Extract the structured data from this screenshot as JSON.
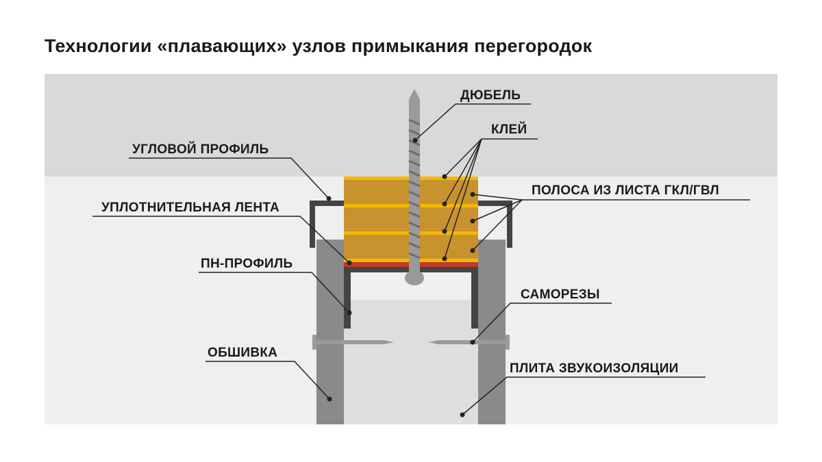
{
  "title": "Технологии «плавающих» узлов примыкания перегородок",
  "labels": {
    "dowel": "ДЮБЕЛЬ",
    "glue": "КЛЕЙ",
    "corner_profile": "УГЛОВОЙ ПРОФИЛЬ",
    "strip": "ПОЛОСА ИЗ ЛИСТА ГКЛ/ГВЛ",
    "sealing_tape": "УПЛОТНИТЕЛЬНАЯ ЛЕНТА",
    "pn_profile": "ПН-ПРОФИЛЬ",
    "screws": "САМОРЕЗЫ",
    "cladding": "ОБШИВКА",
    "insulation": "ПЛИТА ЗВУКОИЗОЛЯЦИИ"
  },
  "colors": {
    "ceiling": "#d9d9d9",
    "background": "#efefef",
    "insulation": "#dedede",
    "cladding": "#8a8a8a",
    "profile": "#444444",
    "strip": "#c8922e",
    "glue": "#f5b800",
    "tape": "#c0392b",
    "metal": "#9a9a9a"
  }
}
